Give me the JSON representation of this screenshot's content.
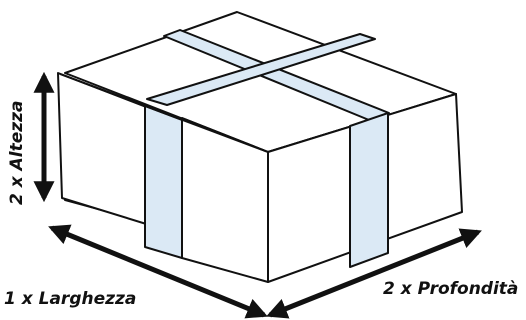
{
  "labels": {
    "height": "2 x Altezza",
    "width": "1 x Larghezza",
    "depth": "2 x Profondità"
  },
  "colors": {
    "outline": "#111111",
    "box_fill": "#ffffff",
    "tape_fill": "#dbe9f5",
    "arrow": "#111111"
  }
}
